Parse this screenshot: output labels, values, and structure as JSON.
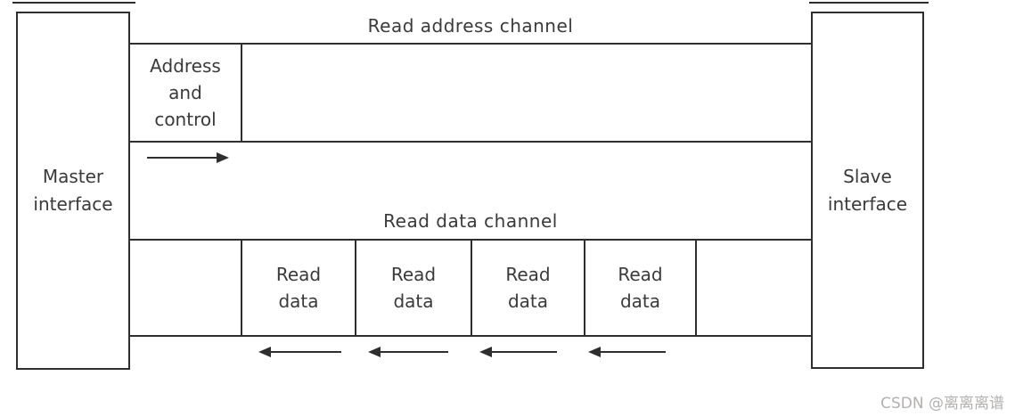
{
  "colors": {
    "line": "#2e2e2e",
    "text": "#3a3a3a",
    "watermark": "#b3b0ae",
    "background": "#ffffff"
  },
  "diagram": {
    "master_label": "Master interface",
    "slave_label": "Slave interface",
    "address_channel": {
      "title": "Read address channel",
      "request_cell_label": "Address and control"
    },
    "data_channel": {
      "title": "Read data channel",
      "cells": [
        {
          "label": "Read data"
        },
        {
          "label": "Read data"
        },
        {
          "label": "Read data"
        },
        {
          "label": "Read data"
        }
      ]
    }
  },
  "watermark": "CSDN @离离离谱"
}
